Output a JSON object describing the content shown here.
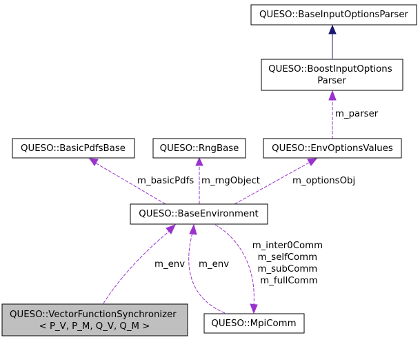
{
  "nodes": {
    "base_input_options_parser": [
      "QUESO::BaseInputOptionsParser"
    ],
    "boost_input_options_parser": [
      "QUESO::BoostInputOptions",
      "Parser"
    ],
    "basic_pdfs_base": [
      "QUESO::BasicPdfsBase"
    ],
    "rng_base": [
      "QUESO::RngBase"
    ],
    "env_options_values": [
      "QUESO::EnvOptionsValues"
    ],
    "base_environment": [
      "QUESO::BaseEnvironment"
    ],
    "vector_function_synchronizer": [
      "QUESO::VectorFunctionSynchronizer",
      "< P_V, P_M, Q_V, Q_M >"
    ],
    "mpi_comm": [
      "QUESO::MpiComm"
    ]
  },
  "edge_labels": {
    "m_parser": [
      "m_parser"
    ],
    "m_basic_pdfs": [
      "m_basicPdfs"
    ],
    "m_rng_object": [
      "m_rngObject"
    ],
    "m_options_obj": [
      "m_optionsObj"
    ],
    "m_env_sync": [
      "m_env"
    ],
    "m_env_mpi": [
      "m_env"
    ],
    "mpi_comm_members": [
      "m_inter0Comm",
      "m_selfComm",
      "m_subComm",
      "m_fullComm"
    ]
  },
  "colors": {
    "inheritance_edge": "#191970",
    "usage_edge": "#9a32cd",
    "focus_node_fill": "#bfbfbf"
  }
}
